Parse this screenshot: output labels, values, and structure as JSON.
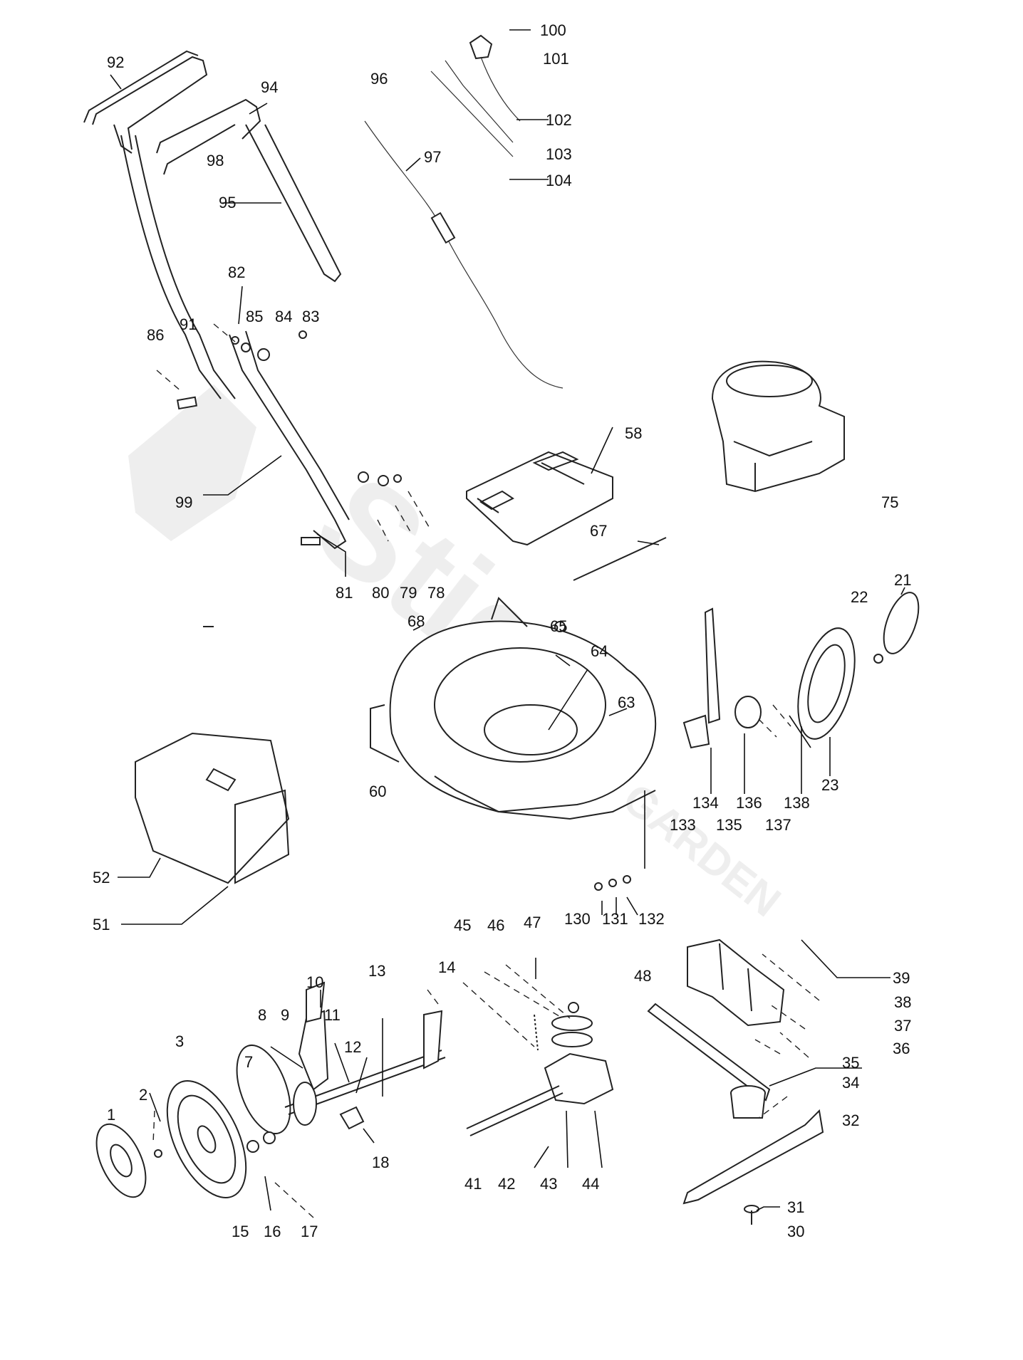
{
  "labels": [
    "100",
    "101",
    "92",
    "94",
    "96",
    "102",
    "103",
    "104",
    "97",
    "98",
    "95",
    "82",
    "91",
    "85",
    "84",
    "83",
    "86",
    "99",
    "58",
    "75",
    "81",
    "80",
    "79",
    "78",
    "67",
    "68",
    "65",
    "64",
    "63",
    "22",
    "21",
    "60",
    "134",
    "136",
    "138",
    "23",
    "133",
    "135",
    "137",
    "52",
    "51",
    "130",
    "131",
    "132",
    "45",
    "46",
    "47",
    "39",
    "38",
    "37",
    "36",
    "48",
    "13",
    "14",
    "10",
    "8",
    "9",
    "11",
    "3",
    "12",
    "7",
    "1",
    "2",
    "35",
    "34",
    "32",
    "18",
    "41",
    "42",
    "43",
    "44",
    "31",
    "30",
    "15",
    "16",
    "17"
  ],
  "watermark": {
    "brand": "Stiga",
    "sub": "GARDEN"
  }
}
